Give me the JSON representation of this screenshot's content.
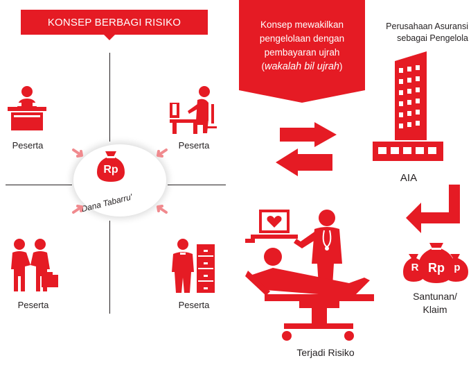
{
  "banner": {
    "title": "KONSEP BERBAGI RISIKO"
  },
  "ribbon": {
    "line1": "Konsep mewakilkan",
    "line2": "pengelolaan dengan",
    "line3": "pembayaran ujrah",
    "line4": "wakalah bil ujrah"
  },
  "participants": [
    "Peserta",
    "Peserta",
    "Peserta",
    "Peserta"
  ],
  "fund": {
    "currency": "Rp",
    "label": "Dana Tabarru'"
  },
  "company": {
    "caption_line1": "Perusahaan Asuransi",
    "caption_line2": "sebagai Pengelola",
    "name": "AIA"
  },
  "claim": {
    "currency_left": "R",
    "currency_main": "Rp",
    "currency_right": "p",
    "line1": "Santunan/",
    "line2": "Klaim"
  },
  "risk": {
    "label": "Terjadi Risiko"
  },
  "colors": {
    "accent": "#e51b24",
    "text": "#231f20"
  },
  "icons": [
    "manager-desk-icon",
    "worker-computer-icon",
    "handshake-icon",
    "waiter-cabinet-icon",
    "money-bag-icon",
    "exchange-arrows-icon",
    "office-building-icon",
    "down-left-arrow-icon",
    "money-bags-icon",
    "hospital-bed-icon"
  ]
}
